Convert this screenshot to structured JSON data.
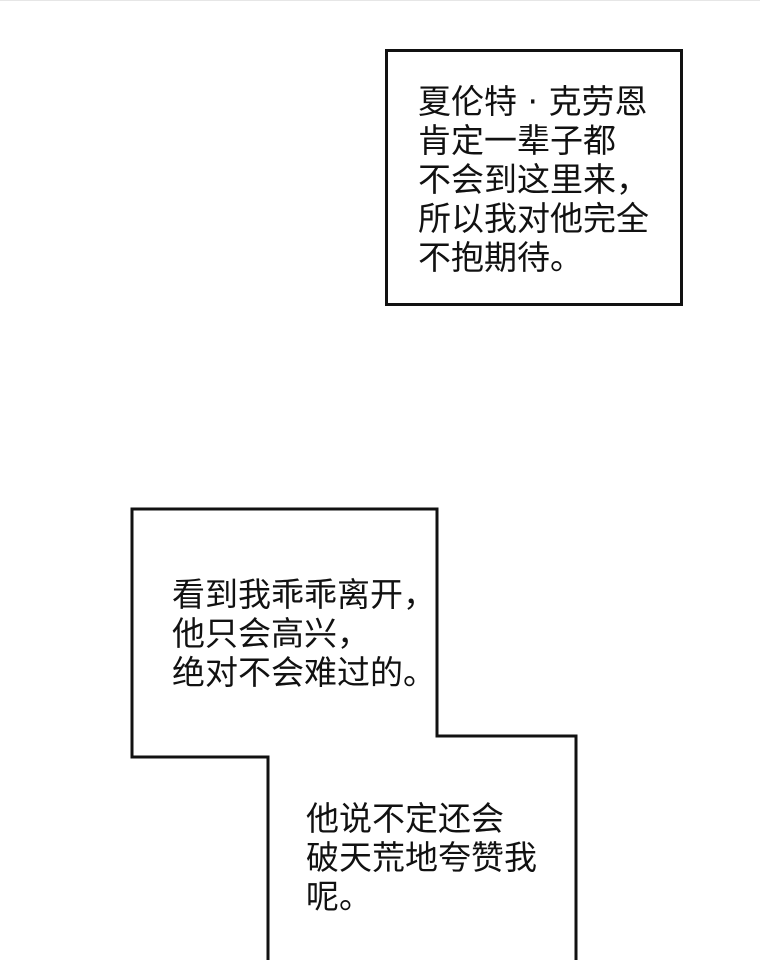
{
  "panels": [
    {
      "lines": [
        "夏伦特 · 克劳恩",
        "肯定一辈子都",
        "不会到这里来，",
        "所以我对他完全",
        "不抱期待。"
      ]
    },
    {
      "lines": [
        "看到我乖乖离开，",
        "他只会高兴，",
        "绝对不会难过的。"
      ]
    },
    {
      "lines": [
        "他说不定还会",
        "破天荒地夸赞我",
        "呢。"
      ]
    }
  ]
}
